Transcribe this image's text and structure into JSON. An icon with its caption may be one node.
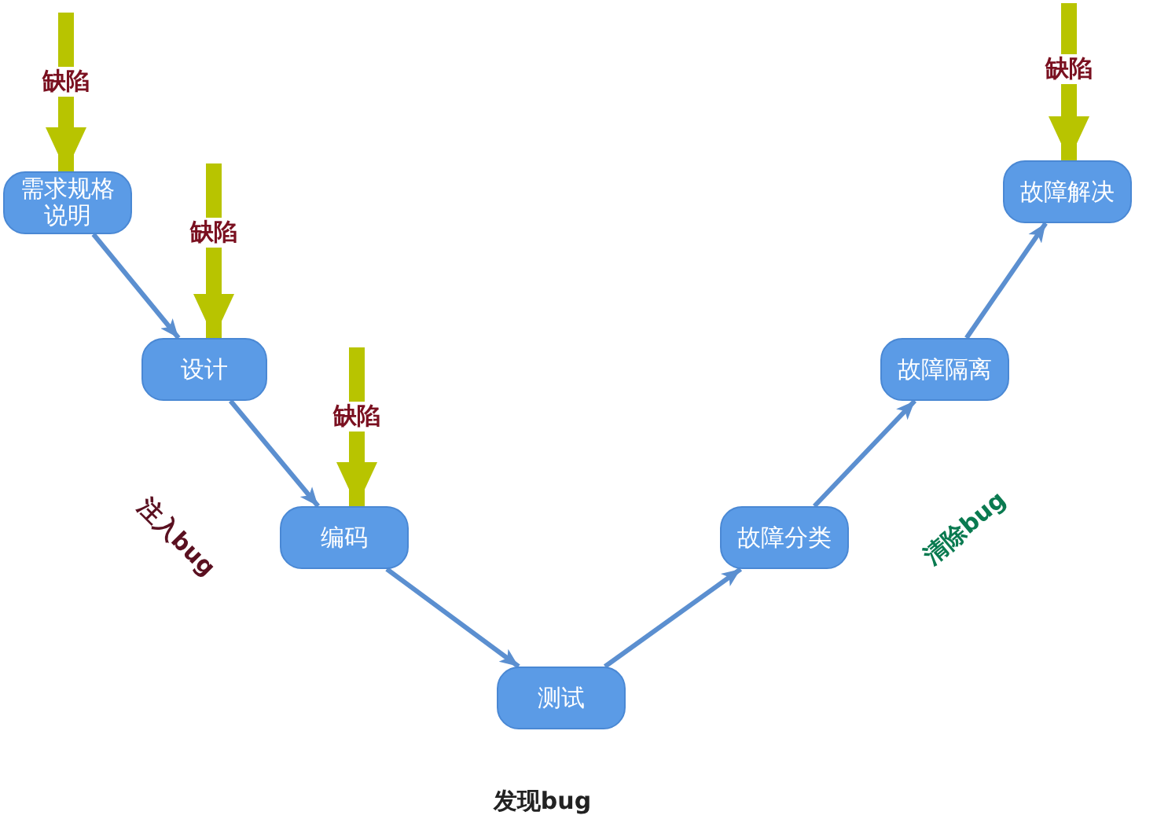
{
  "diagram": {
    "nodes": [
      {
        "text": [
          "需求规格说明"
        ]
      },
      {
        "text": [
          "设计"
        ]
      },
      {
        "text": [
          "编码"
        ]
      },
      {
        "text": [
          "测试"
        ]
      },
      {
        "text": [
          "故障分类"
        ]
      },
      {
        "text": [
          "故障隔离"
        ]
      },
      {
        "text": [
          "故障解决"
        ]
      }
    ],
    "edges": [
      {
        "from": 0,
        "to": 1,
        "arrow": "to"
      },
      {
        "from": 1,
        "to": 2,
        "arrow": "to"
      },
      {
        "from": 2,
        "to": 3,
        "arrow": "to"
      },
      {
        "from": 3,
        "to": 4,
        "arrow": "to"
      },
      {
        "from": 4,
        "to": 5,
        "arrow": "to"
      },
      {
        "from": 5,
        "to": 6,
        "arrow": "to"
      },
      {
        "from": null,
        "to": 0,
        "arrow": "to",
        "label": "缺陷",
        "style": "thick",
        "color": "#b8c400"
      },
      {
        "from": null,
        "to": 1,
        "arrow": "to",
        "label": "缺陷",
        "style": "thick",
        "color": "#b8c400"
      },
      {
        "from": null,
        "to": 2,
        "arrow": "to",
        "label": "缺陷",
        "style": "thick",
        "color": "#b8c400"
      },
      {
        "from": null,
        "to": 6,
        "arrow": "to",
        "label": "缺陷",
        "style": "thick",
        "color": "#b8c400"
      }
    ],
    "labels": [
      "注入bug",
      "清除bug",
      "发现bug"
    ]
  }
}
